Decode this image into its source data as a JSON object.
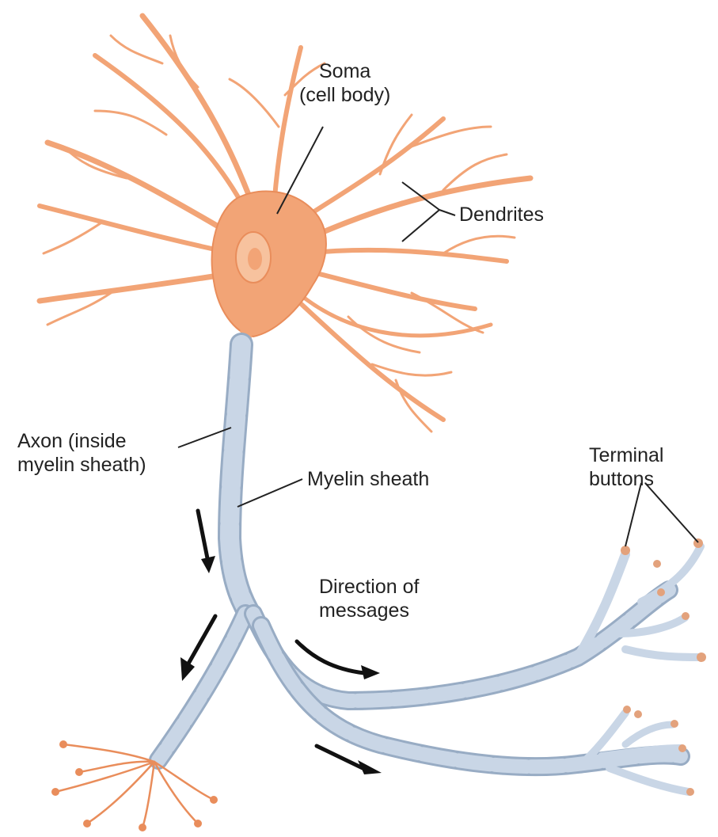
{
  "labels": {
    "soma": [
      "Soma",
      "(cell body)"
    ],
    "dendrites": "Dendrites",
    "axon": [
      "Axon (inside",
      "myelin sheath)"
    ],
    "myelin": "Myelin sheath",
    "terminal": [
      "Terminal",
      "buttons"
    ],
    "direction": [
      "Direction of",
      "messages"
    ]
  },
  "colors": {
    "cell": "#f2a476",
    "cell_dark": "#e98d5b",
    "nucleus": "#f7c29e",
    "myelin": "#c9d6e6",
    "myelin_edge": "#98acc4",
    "node": "#e3a27c",
    "arrow": "#111111",
    "leader": "#222222"
  }
}
